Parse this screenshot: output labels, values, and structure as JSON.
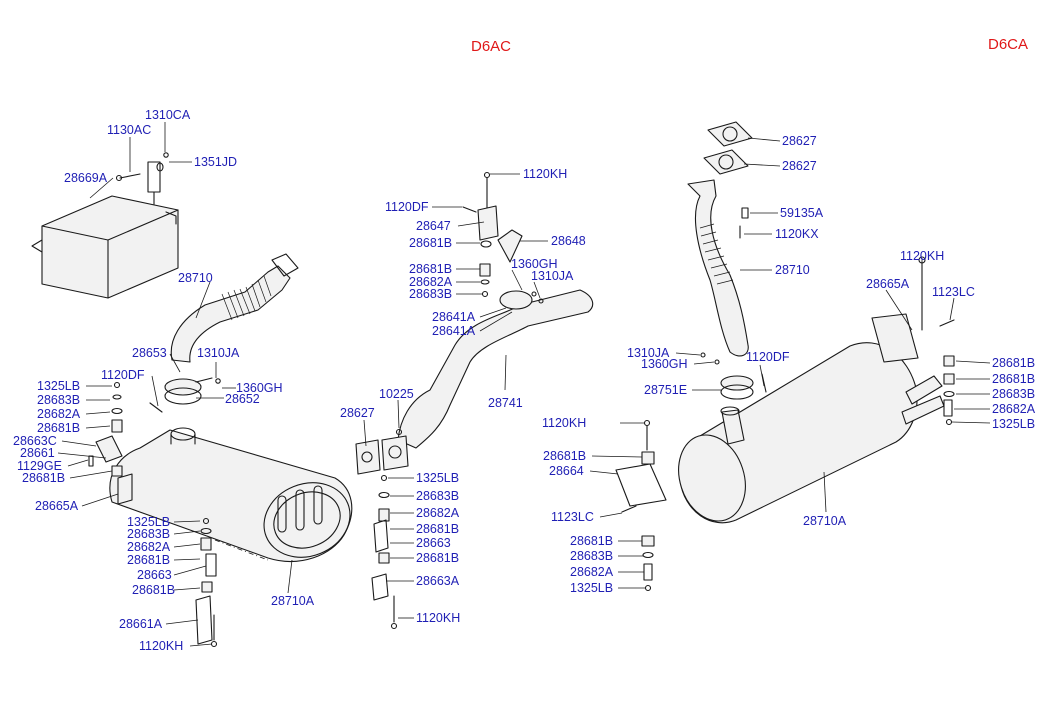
{
  "headers": {
    "left": "D6AC",
    "right": "D6CA"
  },
  "labels": {
    "l1310CA": "1310CA",
    "l1130AC": "1130AC",
    "l1351JD": "1351JD",
    "l28669A": "28669A",
    "l28710_left": "28710",
    "l28653": "28653",
    "l1310JA_left": "1310JA",
    "l1120DF_left": "1120DF",
    "l1360GH_left": "1360GH",
    "l28652": "28652",
    "l1325LB_a": "1325LB",
    "l28683B_a": "28683B",
    "l28682A_a": "28682A",
    "l28681B_a": "28681B",
    "l28663C": "28663C",
    "l28661": "28661",
    "l1129GE": "1129GE",
    "l28681B_b": "28681B",
    "l28665A_left": "28665A",
    "l1325LB_b": "1325LB",
    "l28683B_b": "28683B",
    "l28682A_b": "28682A",
    "l28681B_c": "28681B",
    "l28663_a": "28663",
    "l28681B_d": "28681B",
    "l28661A": "28661A",
    "l1120KH_a": "1120KH",
    "l28710A_left": "28710A",
    "l1120DF_mid": "1120DF",
    "l28647": "28647",
    "l28681B_e": "28681B",
    "l28648": "28648",
    "l28681B_f": "28681B",
    "l28682A_c": "28682A",
    "l28683B_c": "28683B",
    "l1360GH_mid": "1360GH",
    "l1310JA_mid": "1310JA",
    "l28641A_a": "28641A",
    "l28641A_b": "28641A",
    "l1120KH_b": "1120KH",
    "l10225": "10225",
    "l28627_mid": "28627",
    "l28741": "28741",
    "l1325LB_c": "1325LB",
    "l28683B_d": "28683B",
    "l28682A_d": "28682A",
    "l28681B_g": "28681B",
    "l28663_b": "28663",
    "l28681B_h": "28681B",
    "l28663A": "28663A",
    "l1120KH_c": "1120KH",
    "l28627_r1": "28627",
    "l28627_r2": "28627",
    "l59135A": "59135A",
    "l1120KX": "1120KX",
    "l28710_right": "28710",
    "l1310JA_right": "1310JA",
    "l1360GH_right": "1360GH",
    "l1120DF_right": "1120DF",
    "l28751E": "28751E",
    "l1120KH_d": "1120KH",
    "l28681B_i": "28681B",
    "l28664": "28664",
    "l1123LC_a": "1123LC",
    "l28681B_j": "28681B",
    "l28683B_e": "28683B",
    "l28682A_e": "28682A",
    "l1325LB_d": "1325LB",
    "l1120KH_e": "1120KH",
    "l28665A_right": "28665A",
    "l1123LC_b": "1123LC",
    "l28681B_k": "28681B",
    "l28681B_l": "28681B",
    "l28683B_f": "28683B",
    "l28682A_f": "28682A",
    "l1325LB_e": "1325LB",
    "l28710A_right": "28710A"
  }
}
